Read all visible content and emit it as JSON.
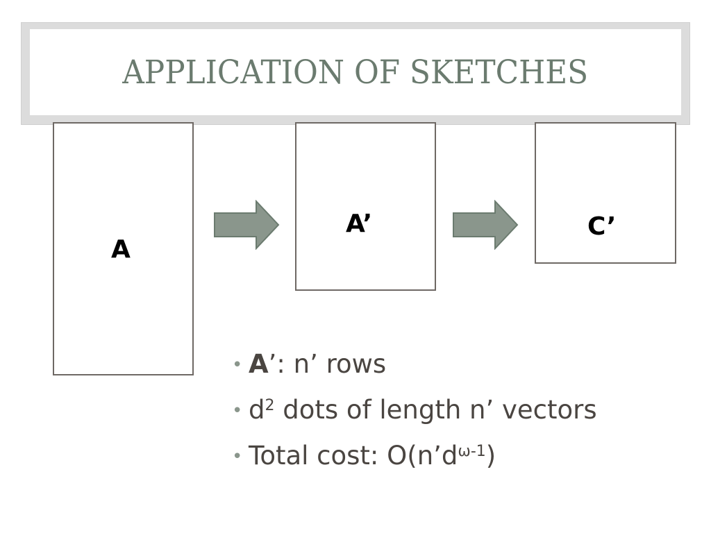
{
  "slide": {
    "title": "APPLICATION OF SKETCHES"
  },
  "diagram": {
    "matrices": [
      {
        "id": "A",
        "label": "A"
      },
      {
        "id": "A-prime",
        "label": "A’"
      },
      {
        "id": "C-prime",
        "label": "C’"
      }
    ],
    "arrow_color": "#8a968c",
    "arrow_outline": "#6b7b6f"
  },
  "bullets": [
    {
      "bold": "A",
      "text": "’: n’ rows"
    },
    {
      "text": "d",
      "sup": "2",
      "text_after": " dots of length n’ vectors"
    },
    {
      "text": "Total cost: O(n’d",
      "sup": "ω-1",
      "text_after": ")"
    }
  ],
  "colors": {
    "title": "#6b7b6f",
    "body_text": "#4a4541",
    "bullet": "#8a968c",
    "box_border": "#6e6864"
  }
}
